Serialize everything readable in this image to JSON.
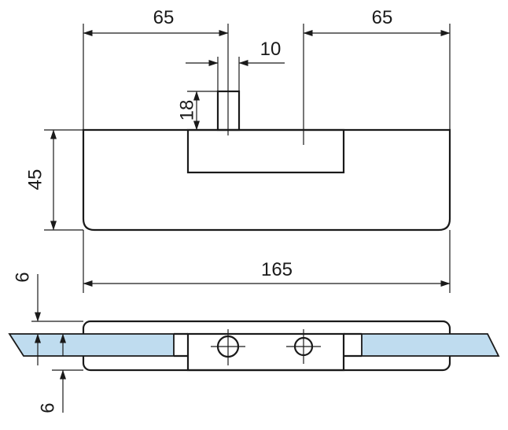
{
  "drawing": {
    "top_view": {
      "dim_left_top": "65",
      "dim_right_top": "65",
      "dim_slot_width": "10",
      "dim_slot_height": "18",
      "dim_body_height": "45",
      "dim_overall_width": "165"
    },
    "side_view": {
      "dim_upper_thickness": "6",
      "dim_lower_thickness": "6",
      "glass_color": "#bfdcef"
    },
    "line_color": "#1a1a1a"
  }
}
